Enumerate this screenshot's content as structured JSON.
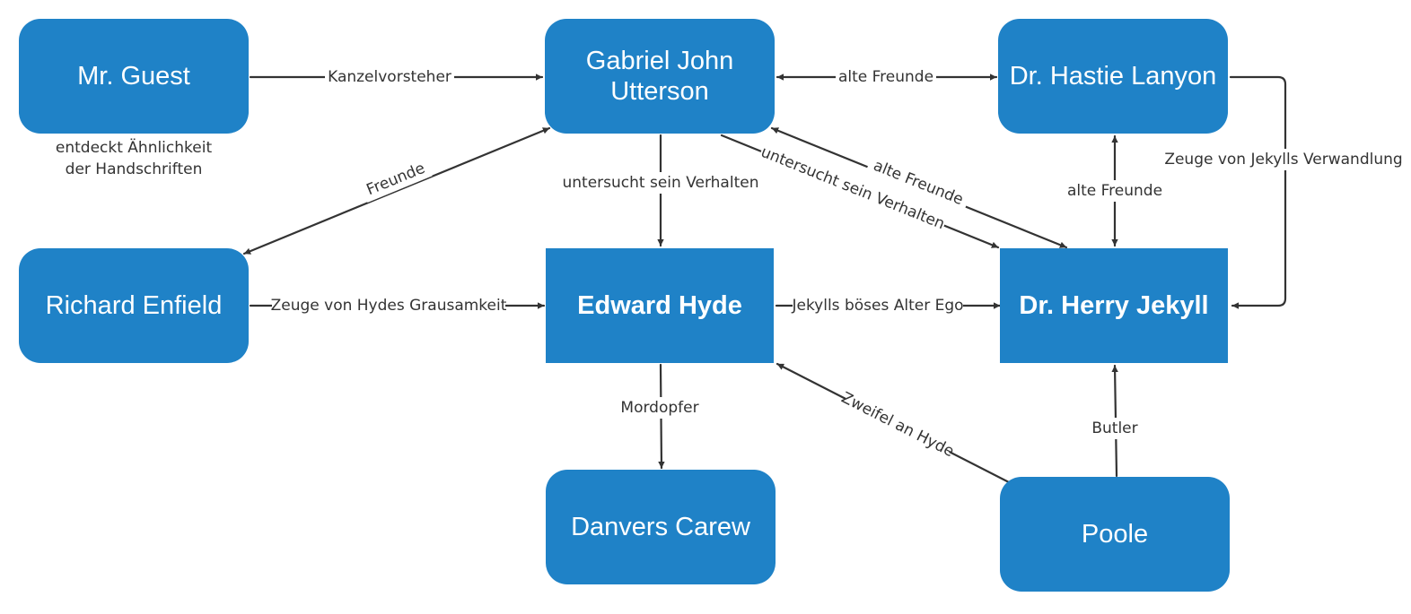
{
  "nodes": {
    "guest": "Mr. Guest",
    "utterson_line1": "Gabriel John",
    "utterson_line2": "Utterson",
    "lanyon": "Dr. Hastie Lanyon",
    "enfield": "Richard Enfield",
    "hyde": "Edward Hyde",
    "jekyll": "Dr. Herry Jekyll",
    "carew": "Danvers Carew",
    "poole": "Poole"
  },
  "notes": {
    "guest_line1": "entdeckt Ähnlichkeit",
    "guest_line2": "der Handschriften"
  },
  "edges": {
    "guest_utterson": "Kanzelvorsteher",
    "utterson_lanyon": "alte Freunde",
    "utterson_enfield": "Freunde",
    "utterson_hyde": "untersucht sein Verhalten",
    "utterson_jekyll_investigate": "untersucht sein Verhalten",
    "utterson_jekyll_friends": "alte Freunde",
    "lanyon_jekyll_friends": "alte Freunde",
    "lanyon_jekyll_witness": "Zeuge von Jekylls Verwandlung",
    "enfield_hyde": "Zeuge von Hydes Grausamkeit",
    "hyde_jekyll": "Jekylls böses Alter Ego",
    "hyde_carew": "Mordopfer",
    "poole_hyde": "Zweifel an Hyde",
    "poole_jekyll": "Butler"
  },
  "colors": {
    "node": "#1f82c7",
    "node_text": "#ffffff",
    "edge": "#333333"
  }
}
